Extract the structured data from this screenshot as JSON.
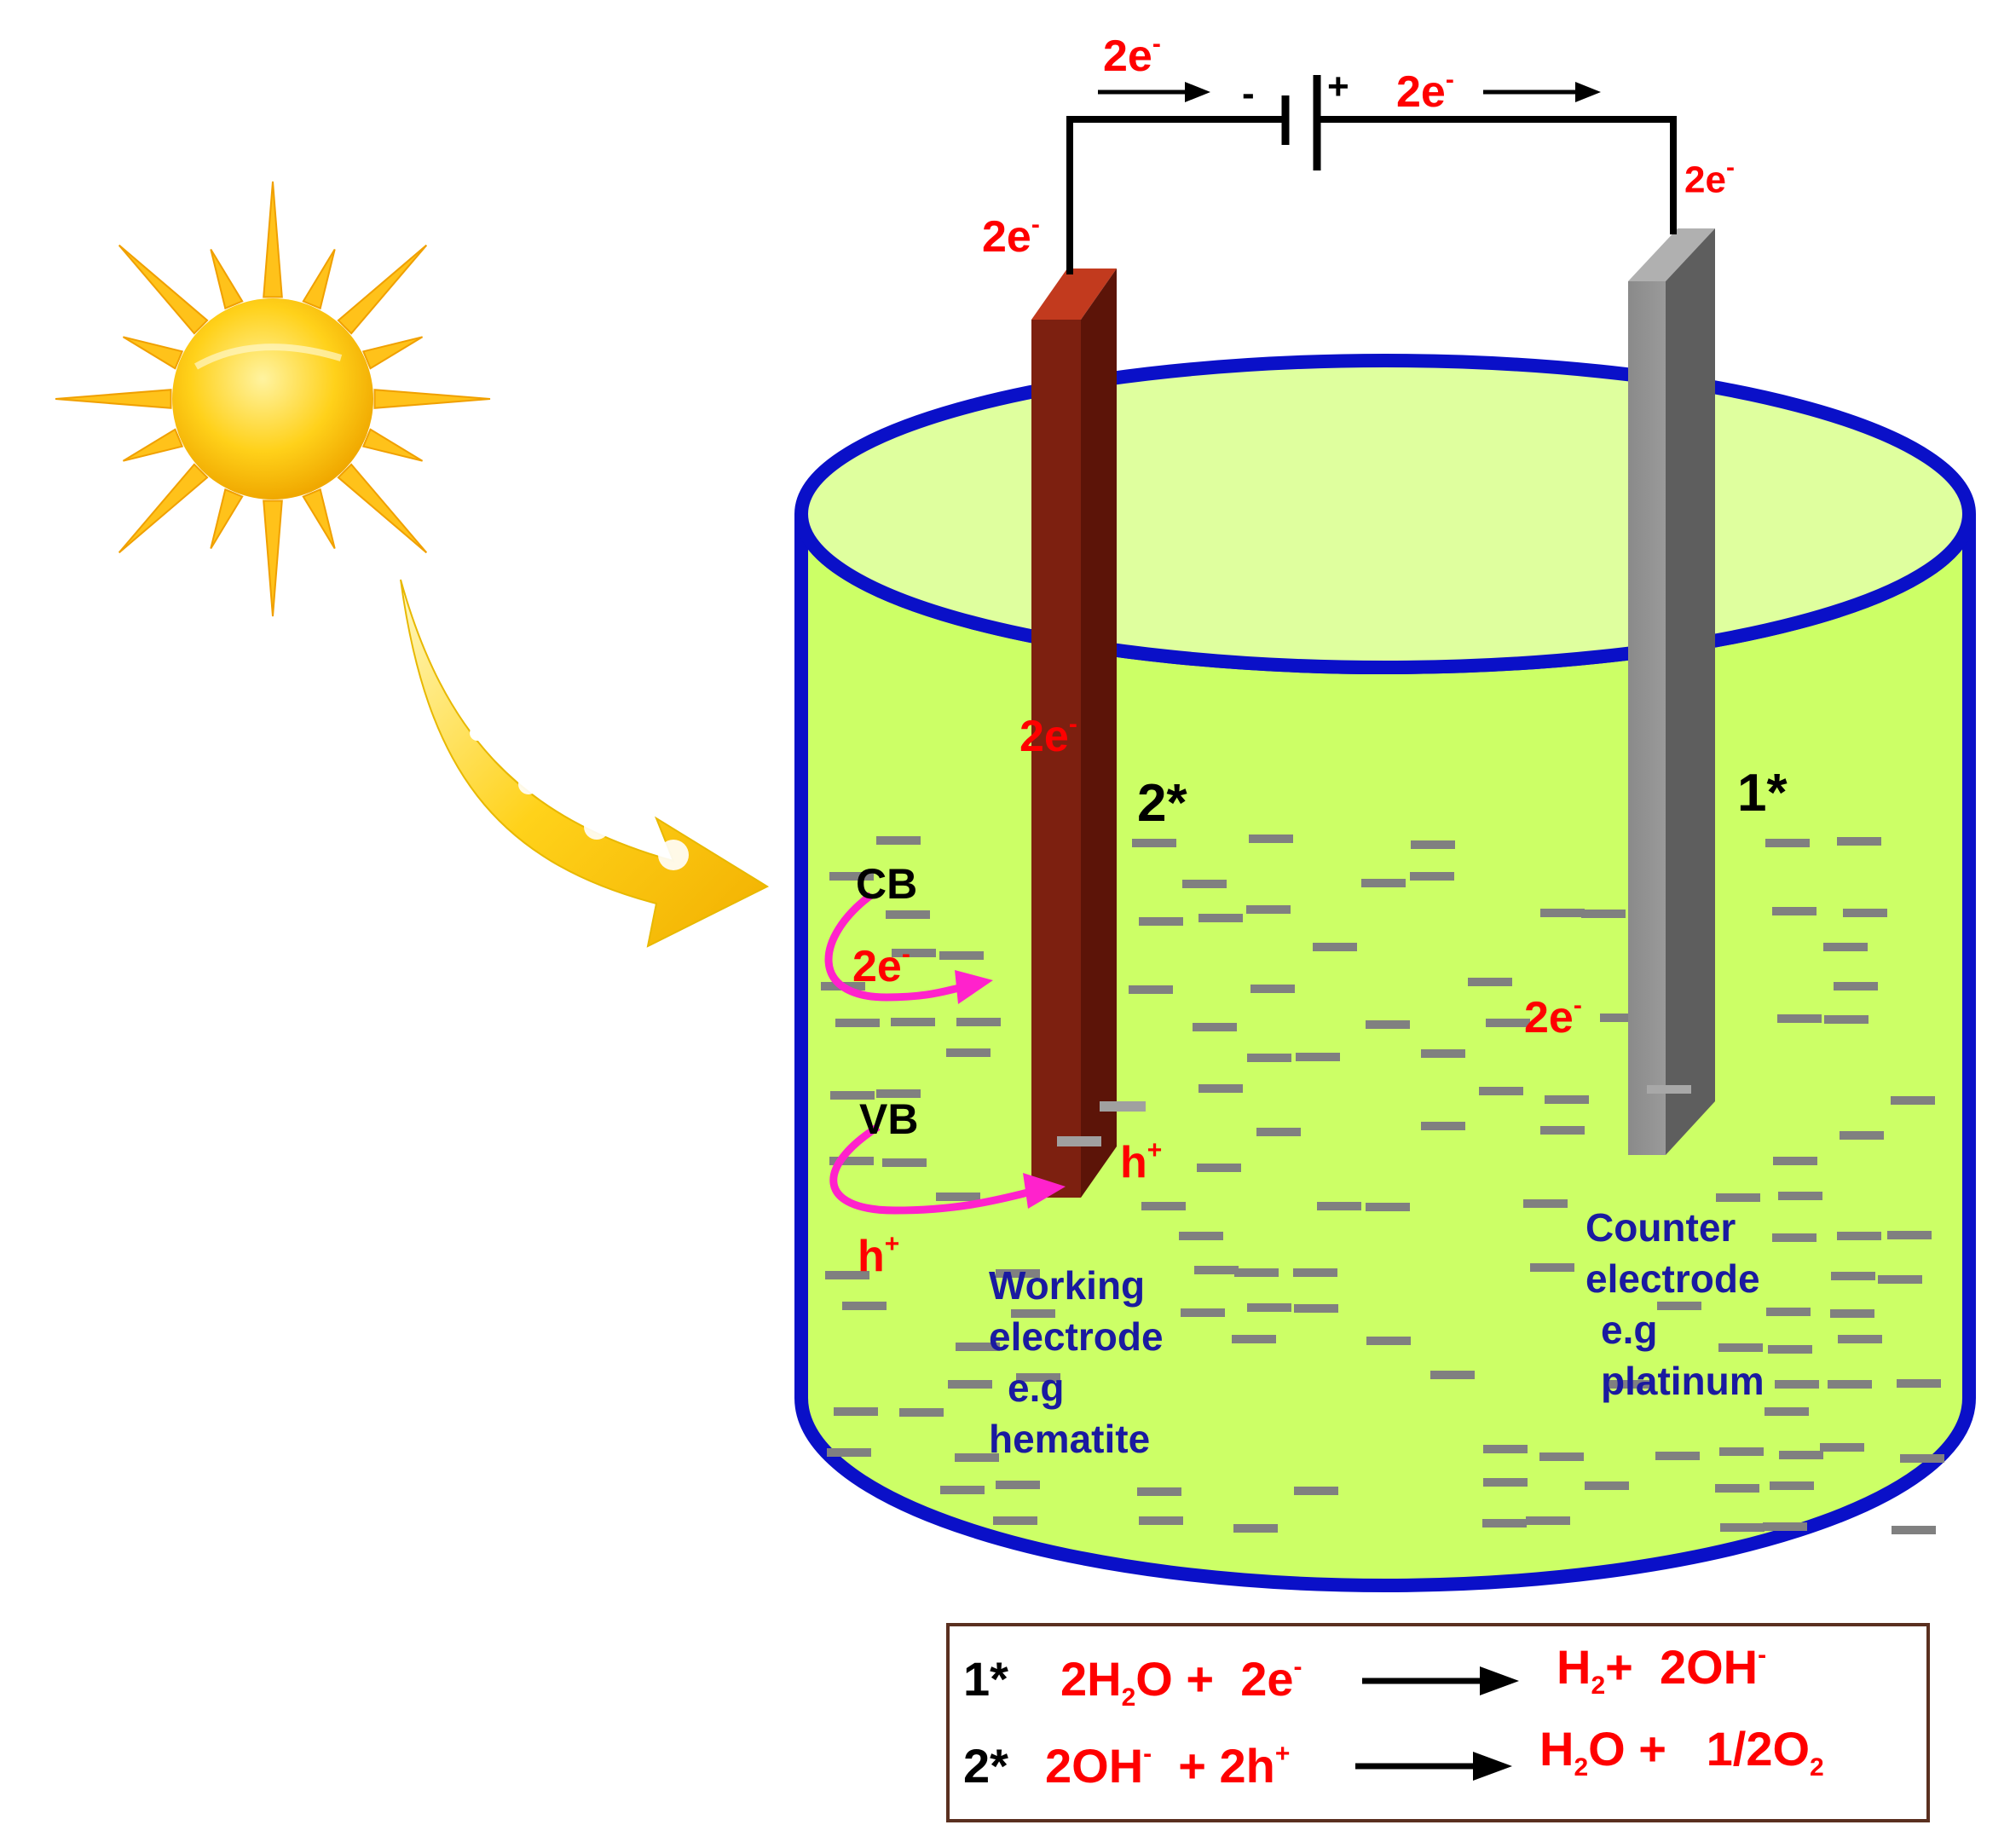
{
  "colors": {
    "beaker_outline": "#0a10c8",
    "solution": "#ccff66",
    "solution_top": "#dfff9e",
    "working_electrode": "#7d2010",
    "counter_electrode": "#808080",
    "electron_label": "#ff0000",
    "arrow_magenta": "#ff22cc",
    "electrode_label": "#1a1aa0",
    "sun": "#ffcc00",
    "ion_dash": "#808080"
  },
  "icons": {
    "sun": "sun-icon",
    "light_arrow": "light-arrow-icon",
    "battery": "battery-icon"
  },
  "circuit": {
    "minus_sign": "-",
    "plus_sign": "+",
    "electron_flow_left": {
      "base": "2e",
      "sup": "-"
    },
    "electron_flow_right": {
      "base": "2e",
      "sup": "-"
    },
    "wire_left": {
      "base": "2e",
      "sup": "-"
    },
    "wire_right": {
      "base": "2e",
      "sup": "-"
    }
  },
  "working_electrode": {
    "marker": "2*",
    "inside_electron": {
      "base": "2e",
      "sup": "-"
    },
    "label_lines": [
      "Working",
      "electrode",
      "e.g",
      "hematite"
    ]
  },
  "counter_electrode": {
    "marker": "1*",
    "electron": {
      "base": "2e",
      "sup": "-"
    },
    "label_lines": [
      "Counter",
      "electrode",
      "e.g",
      "platinum"
    ]
  },
  "bands": {
    "cb": "CB",
    "vb": "VB",
    "cb_electron": {
      "base": "2e",
      "sup": "-"
    },
    "hole_surface": {
      "base": "h",
      "sup": "+"
    },
    "hole_vb": {
      "base": "h",
      "sup": "+"
    }
  },
  "reactions": [
    {
      "marker": "1*",
      "reactants": {
        "a": "2H",
        "a_sub": "2",
        "b": "O +  2e",
        "b_sup": "-"
      },
      "products": {
        "a": "H",
        "a_sub": "2",
        "b": "+  2OH",
        "b_sup": "-"
      }
    },
    {
      "marker": "2*",
      "reactants": {
        "a": "2OH",
        "a_sup": "-",
        "b": "  + 2h",
        "b_sup": "+"
      },
      "products": {
        "a": "H",
        "a_sub": "2",
        "b": "O +   1/2O",
        "b_sub": "2"
      }
    }
  ]
}
